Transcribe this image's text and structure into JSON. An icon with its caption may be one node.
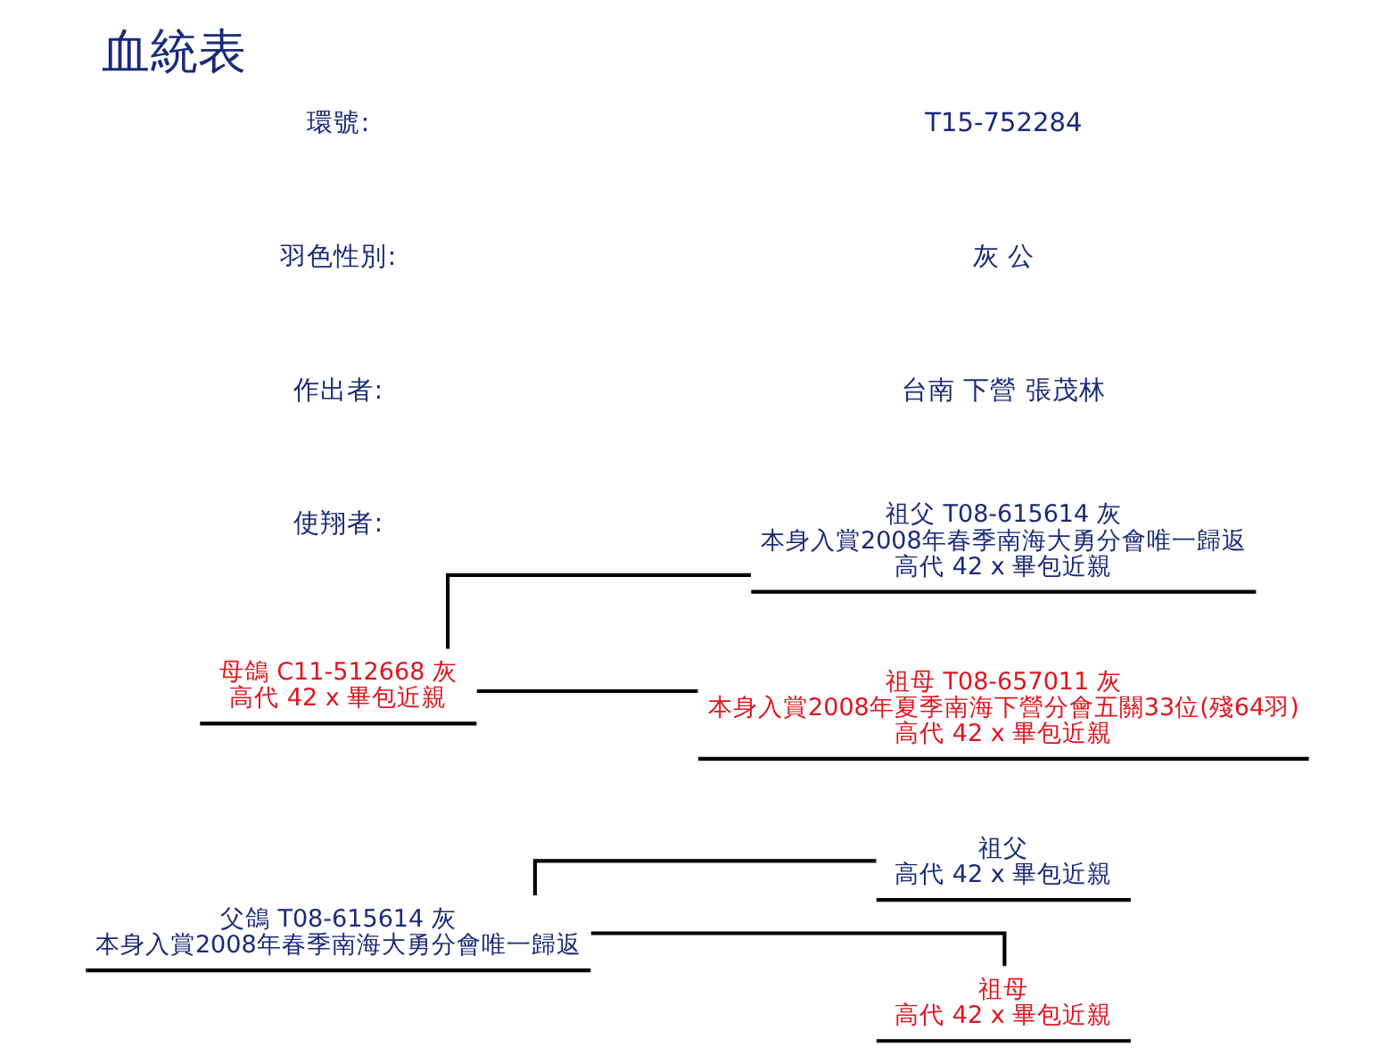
{
  "diagram": {
    "title": "血統表",
    "nodes": [
      {
        "text": [
          "父鴿 T08-615614 灰",
          "本身入賞2008年春季南海大勇分會唯一歸返"
        ]
      },
      {
        "text": [
          "祖父",
          "高代 42 x 畢包近親"
        ]
      },
      {
        "text": [
          "祖母",
          "高代 42 x 畢包近親"
        ]
      },
      {
        "text": [
          "母鴿 C11-512668 灰",
          "高代 42 x 畢包近親"
        ]
      },
      {
        "text": [
          "祖父 T08-615614 灰",
          "本身入賞2008年春季南海大勇分會唯一歸返",
          "高代 42 x 畢包近親"
        ]
      },
      {
        "text": [
          "祖母 T08-657011 灰",
          "本身入賞2008年夏季南海下營分會五關33位(殘64羽)",
          "高代 42 x 畢包近親"
        ]
      }
    ],
    "edges": [
      {
        "from": 0,
        "to": 1,
        "arrow": "none"
      },
      {
        "from": 0,
        "to": 2,
        "arrow": "none"
      },
      {
        "from": 3,
        "to": 4,
        "arrow": "none"
      },
      {
        "from": 3,
        "to": 5,
        "arrow": "none"
      }
    ],
    "labels": [
      "環號:",
      "T15-752284",
      "羽色性別:",
      "灰 公",
      "作出者:",
      "台南 下營 張茂林",
      "使翔者:"
    ]
  }
}
